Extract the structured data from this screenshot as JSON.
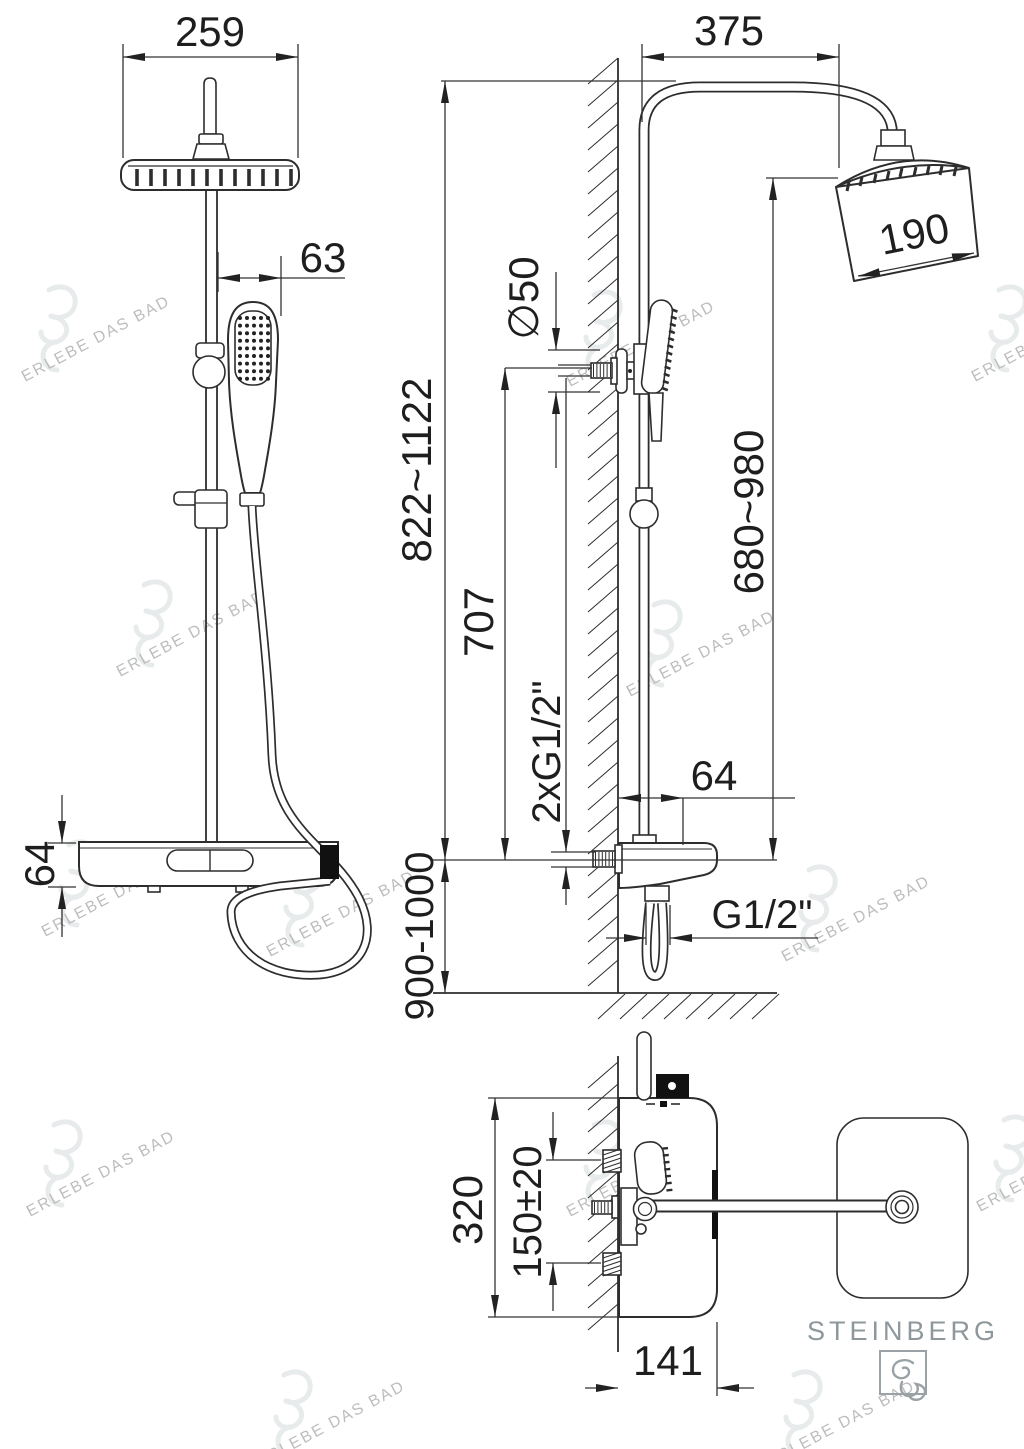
{
  "watermark": {
    "text": "ERLEBE DAS BAD"
  },
  "brand": {
    "name": "STEINBERG"
  },
  "dims": {
    "head_front_width": "259",
    "handshower_offset": "63",
    "shelf_height": "64",
    "arm_reach": "375",
    "head_diameter": "190",
    "escutcheon_diameter": "∅50",
    "total_height_range": "822~1122",
    "holder_height": "707",
    "head_height_range": "680~980",
    "connections": "2xG1/2\"",
    "outlet_offset": "64",
    "hose_thread": "G1/2\"",
    "install_height": "900-1000",
    "shelf_width_plan": "320",
    "connection_spacing": "150±20",
    "shelf_depth": "141"
  }
}
